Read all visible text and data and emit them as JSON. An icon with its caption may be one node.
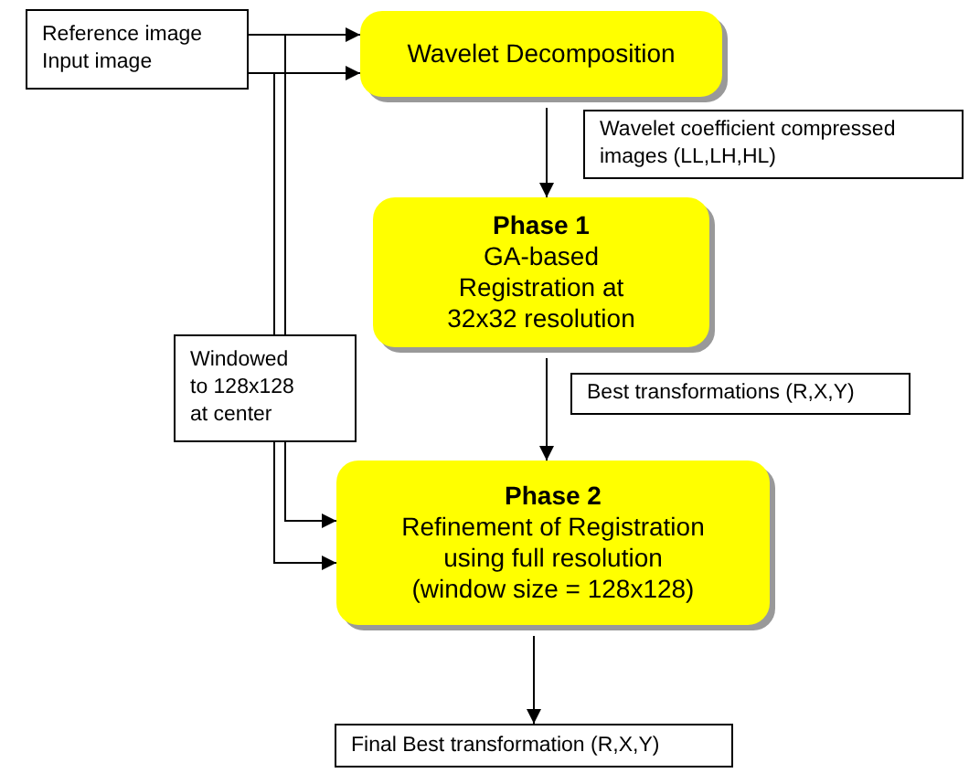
{
  "diagram": {
    "nodes": [
      {
        "text": [
          "Reference image",
          "Input image"
        ]
      },
      {
        "text": [
          "Wavelet Decomposition"
        ]
      },
      {
        "text": [
          "Phase 1",
          "GA-based Registration at 32x32 resolution"
        ]
      },
      {
        "text": [
          "Windowed to 128x128 at center"
        ]
      },
      {
        "text": [
          "Phase 2",
          "Refinement of Registration using full resolution (window size = 128x128)"
        ]
      },
      {
        "text": [
          "Final Best transformation (R,X,Y)"
        ]
      }
    ],
    "edges": [
      {
        "from": 0,
        "to": 1,
        "arrow": "to"
      },
      {
        "from": 0,
        "to": 1,
        "arrow": "to"
      },
      {
        "from": 0,
        "to": 3,
        "arrow": "none"
      },
      {
        "from": 0,
        "to": 3,
        "arrow": "none"
      },
      {
        "from": 3,
        "to": 4,
        "arrow": "to"
      },
      {
        "from": 3,
        "to": 4,
        "arrow": "to"
      },
      {
        "from": 1,
        "to": 2,
        "arrow": "to",
        "label": "Wavelet coefficient compressed images (LL,LH,HL)"
      },
      {
        "from": 2,
        "to": 4,
        "arrow": "to",
        "label": "Best transformations (R,X,Y)"
      },
      {
        "from": 4,
        "to": 5,
        "arrow": "to"
      }
    ]
  }
}
